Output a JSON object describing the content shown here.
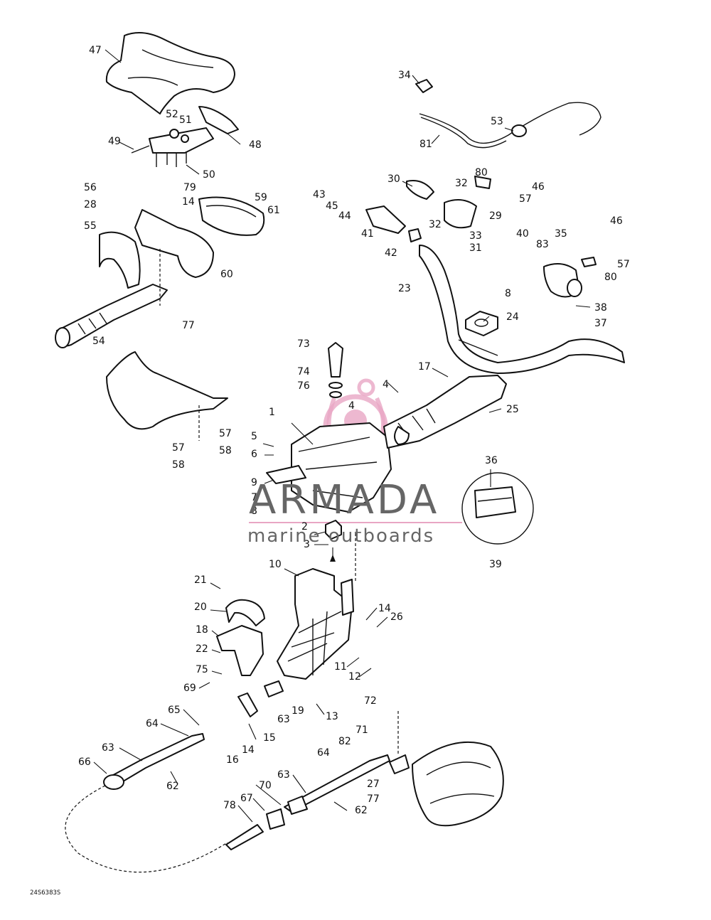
{
  "watermark": {
    "brand": "ARMADA",
    "tagline": "marine outboards",
    "logo_color": "#e8a6c4",
    "text_color": "#666666"
  },
  "drawing_code": "24S6383S",
  "part_labels": [
    {
      "id": "47",
      "text": "47"
    },
    {
      "id": "52",
      "text": "52"
    },
    {
      "id": "51",
      "text": "51"
    },
    {
      "id": "49",
      "text": "49"
    },
    {
      "id": "48",
      "text": "48"
    },
    {
      "id": "50",
      "text": "50"
    },
    {
      "id": "34",
      "text": "34"
    },
    {
      "id": "53",
      "text": "53"
    },
    {
      "id": "81",
      "text": "81"
    },
    {
      "id": "30",
      "text": "30"
    },
    {
      "id": "32a",
      "text": "32"
    },
    {
      "id": "80a",
      "text": "80"
    },
    {
      "id": "46a",
      "text": "46"
    },
    {
      "id": "57a",
      "text": "57"
    },
    {
      "id": "43",
      "text": "43"
    },
    {
      "id": "45",
      "text": "45"
    },
    {
      "id": "44",
      "text": "44"
    },
    {
      "id": "29",
      "text": "29"
    },
    {
      "id": "32b",
      "text": "32"
    },
    {
      "id": "41",
      "text": "41"
    },
    {
      "id": "33",
      "text": "33"
    },
    {
      "id": "31",
      "text": "31"
    },
    {
      "id": "42",
      "text": "42"
    },
    {
      "id": "56",
      "text": "56"
    },
    {
      "id": "79",
      "text": "79"
    },
    {
      "id": "28",
      "text": "28"
    },
    {
      "id": "14a",
      "text": "14"
    },
    {
      "id": "59",
      "text": "59"
    },
    {
      "id": "61",
      "text": "61"
    },
    {
      "id": "55",
      "text": "55"
    },
    {
      "id": "60",
      "text": "60"
    },
    {
      "id": "77a",
      "text": "77"
    },
    {
      "id": "40",
      "text": "40"
    },
    {
      "id": "35",
      "text": "35"
    },
    {
      "id": "46b",
      "text": "46"
    },
    {
      "id": "83",
      "text": "83"
    },
    {
      "id": "57b",
      "text": "57"
    },
    {
      "id": "80b",
      "text": "80"
    },
    {
      "id": "23",
      "text": "23"
    },
    {
      "id": "8a",
      "text": "8"
    },
    {
      "id": "38",
      "text": "38"
    },
    {
      "id": "37",
      "text": "37"
    },
    {
      "id": "24",
      "text": "24"
    },
    {
      "id": "54",
      "text": "54"
    },
    {
      "id": "73",
      "text": "73"
    },
    {
      "id": "17",
      "text": "17"
    },
    {
      "id": "74",
      "text": "74"
    },
    {
      "id": "76",
      "text": "76"
    },
    {
      "id": "4a",
      "text": "4"
    },
    {
      "id": "4b",
      "text": "4"
    },
    {
      "id": "25",
      "text": "25"
    },
    {
      "id": "57c",
      "text": "57"
    },
    {
      "id": "58a",
      "text": "58"
    },
    {
      "id": "57d",
      "text": "57"
    },
    {
      "id": "58b",
      "text": "58"
    },
    {
      "id": "1",
      "text": "1"
    },
    {
      "id": "5",
      "text": "5"
    },
    {
      "id": "6",
      "text": "6"
    },
    {
      "id": "9",
      "text": "9"
    },
    {
      "id": "7",
      "text": "7"
    },
    {
      "id": "8b",
      "text": "8"
    },
    {
      "id": "2",
      "text": "2"
    },
    {
      "id": "3",
      "text": "3"
    },
    {
      "id": "36",
      "text": "36"
    },
    {
      "id": "39",
      "text": "39"
    },
    {
      "id": "10",
      "text": "10"
    },
    {
      "id": "21",
      "text": "21"
    },
    {
      "id": "20",
      "text": "20"
    },
    {
      "id": "14b",
      "text": "14"
    },
    {
      "id": "26",
      "text": "26"
    },
    {
      "id": "18",
      "text": "18"
    },
    {
      "id": "22",
      "text": "22"
    },
    {
      "id": "11",
      "text": "11"
    },
    {
      "id": "12",
      "text": "12"
    },
    {
      "id": "75",
      "text": "75"
    },
    {
      "id": "69",
      "text": "69"
    },
    {
      "id": "19",
      "text": "19"
    },
    {
      "id": "63a",
      "text": "63"
    },
    {
      "id": "13",
      "text": "13"
    },
    {
      "id": "65",
      "text": "65"
    },
    {
      "id": "72",
      "text": "72"
    },
    {
      "id": "64a",
      "text": "64"
    },
    {
      "id": "15",
      "text": "15"
    },
    {
      "id": "71",
      "text": "71"
    },
    {
      "id": "63b",
      "text": "63"
    },
    {
      "id": "82",
      "text": "82"
    },
    {
      "id": "14c",
      "text": "14"
    },
    {
      "id": "66",
      "text": "66"
    },
    {
      "id": "16",
      "text": "16"
    },
    {
      "id": "64b",
      "text": "64"
    },
    {
      "id": "62a",
      "text": "62"
    },
    {
      "id": "63c",
      "text": "63"
    },
    {
      "id": "27",
      "text": "27"
    },
    {
      "id": "70",
      "text": "70"
    },
    {
      "id": "67",
      "text": "67"
    },
    {
      "id": "77b",
      "text": "77"
    },
    {
      "id": "78",
      "text": "78"
    },
    {
      "id": "62b",
      "text": "62"
    }
  ]
}
